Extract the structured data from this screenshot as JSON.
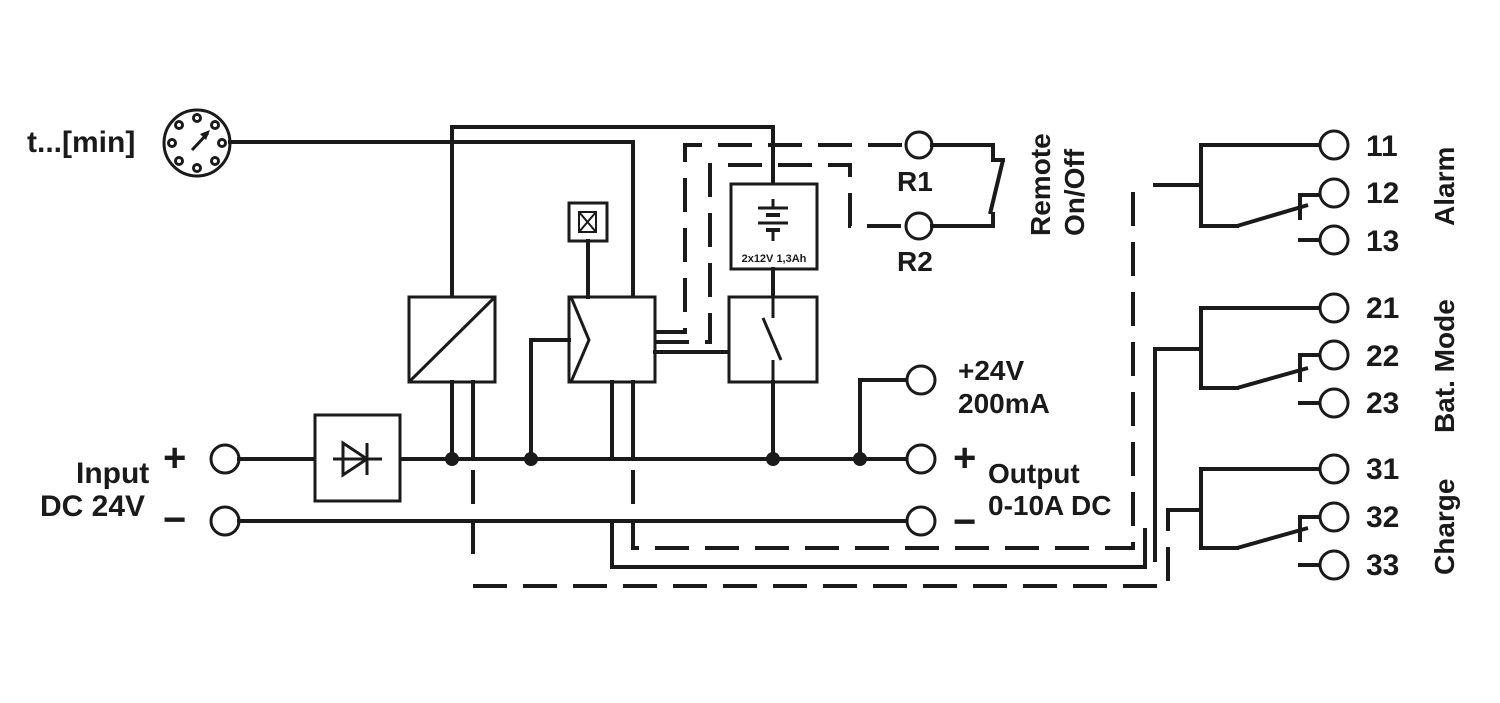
{
  "timer": {
    "label": "t...[min]"
  },
  "input": {
    "line1": "Input",
    "line2": "DC 24V",
    "plus": "+",
    "minus": "−"
  },
  "output": {
    "line1": "Output",
    "line2": "0-10A DC",
    "plus": "+",
    "minus": "−"
  },
  "aux_output": {
    "line1": "+24V",
    "line2": "200mA"
  },
  "battery": {
    "label": "2x12V 1,3Ah"
  },
  "remote": {
    "line1": "Remote",
    "line2": "On/Off",
    "r1": "R1",
    "r2": "R2"
  },
  "relays": [
    {
      "name": "Alarm",
      "terminals": [
        "11",
        "12",
        "13"
      ]
    },
    {
      "name": "Bat. Mode",
      "terminals": [
        "21",
        "22",
        "23"
      ]
    },
    {
      "name": "Charge",
      "terminals": [
        "31",
        "32",
        "33"
      ]
    }
  ],
  "colors": {
    "line": "#1a1a1a",
    "background": "#ffffff"
  }
}
